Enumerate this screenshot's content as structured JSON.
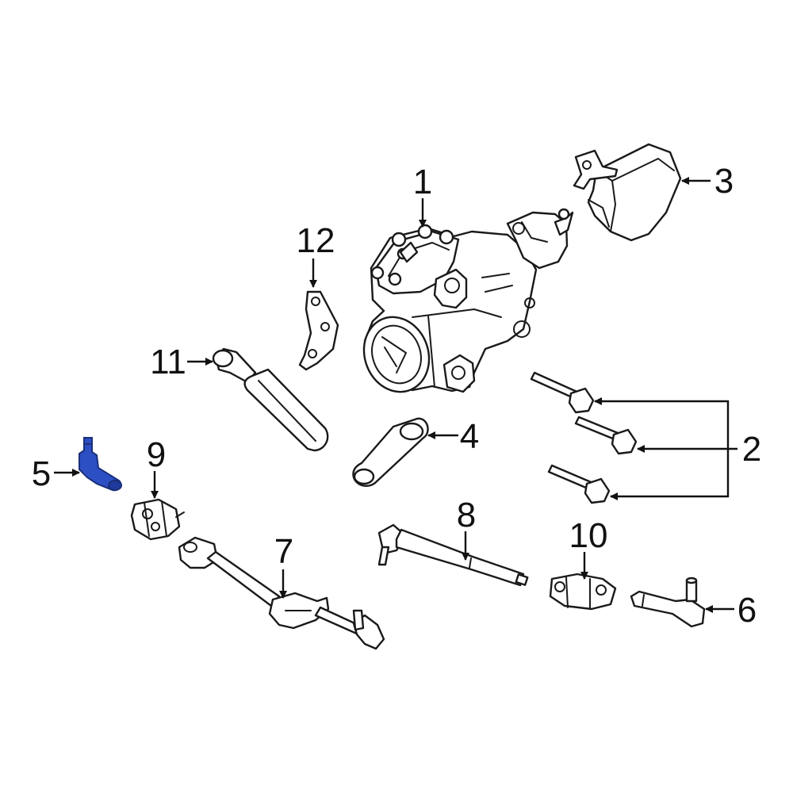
{
  "diagram": {
    "highlight_color": "#2d4fc4",
    "line_color": "#1a1a1a",
    "background": "#ffffff",
    "callouts": [
      {
        "id": "1",
        "label": "1",
        "part": "steering gear"
      },
      {
        "id": "2",
        "label": "2",
        "part": "gear mounting bolts"
      },
      {
        "id": "3",
        "label": "3",
        "part": "gear shield"
      },
      {
        "id": "4",
        "label": "4",
        "part": "pitman arm"
      },
      {
        "id": "5",
        "label": "5",
        "part": "fitting",
        "highlighted": true
      },
      {
        "id": "6",
        "label": "6",
        "part": "outer tie rod end"
      },
      {
        "id": "7",
        "label": "7",
        "part": "drag link"
      },
      {
        "id": "8",
        "label": "8",
        "part": "inner tie rod"
      },
      {
        "id": "9",
        "label": "9",
        "part": "adjuster sleeve"
      },
      {
        "id": "10",
        "label": "10",
        "part": "adjuster sleeve"
      },
      {
        "id": "11",
        "label": "11",
        "part": "steering damper"
      },
      {
        "id": "12",
        "label": "12",
        "part": "damper bracket"
      }
    ]
  }
}
